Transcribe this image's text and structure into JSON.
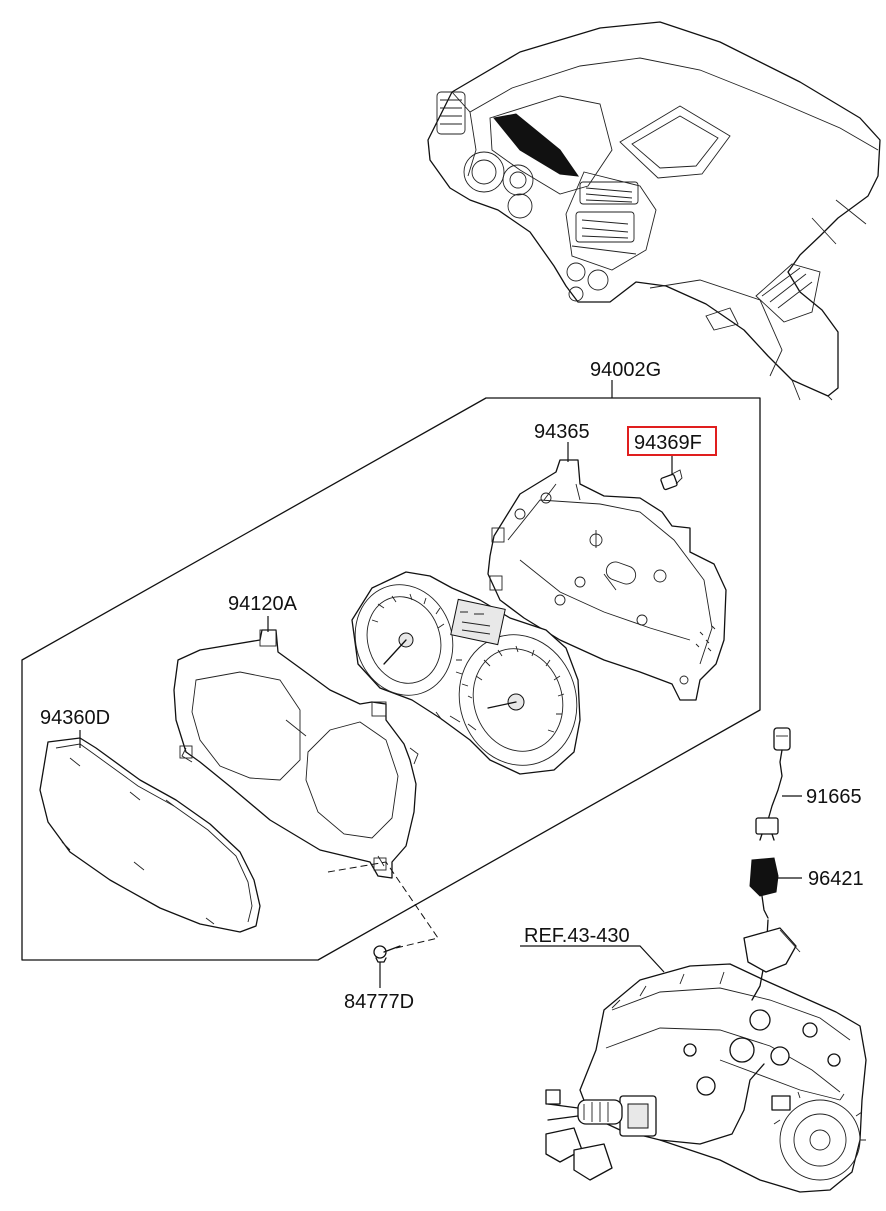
{
  "parts": {
    "assembly": "94002G",
    "printed_circuit_board": "94365",
    "bulb": "94369F",
    "case_frame": "94120A",
    "glass_window": "94360D",
    "screw": "84777D",
    "speedometer_cable": "91665",
    "speed_sensor": "96421",
    "transaxle_ref": "REF.43-430"
  },
  "highlighted_part": "94369F",
  "highlight_color": "#e01e1e"
}
